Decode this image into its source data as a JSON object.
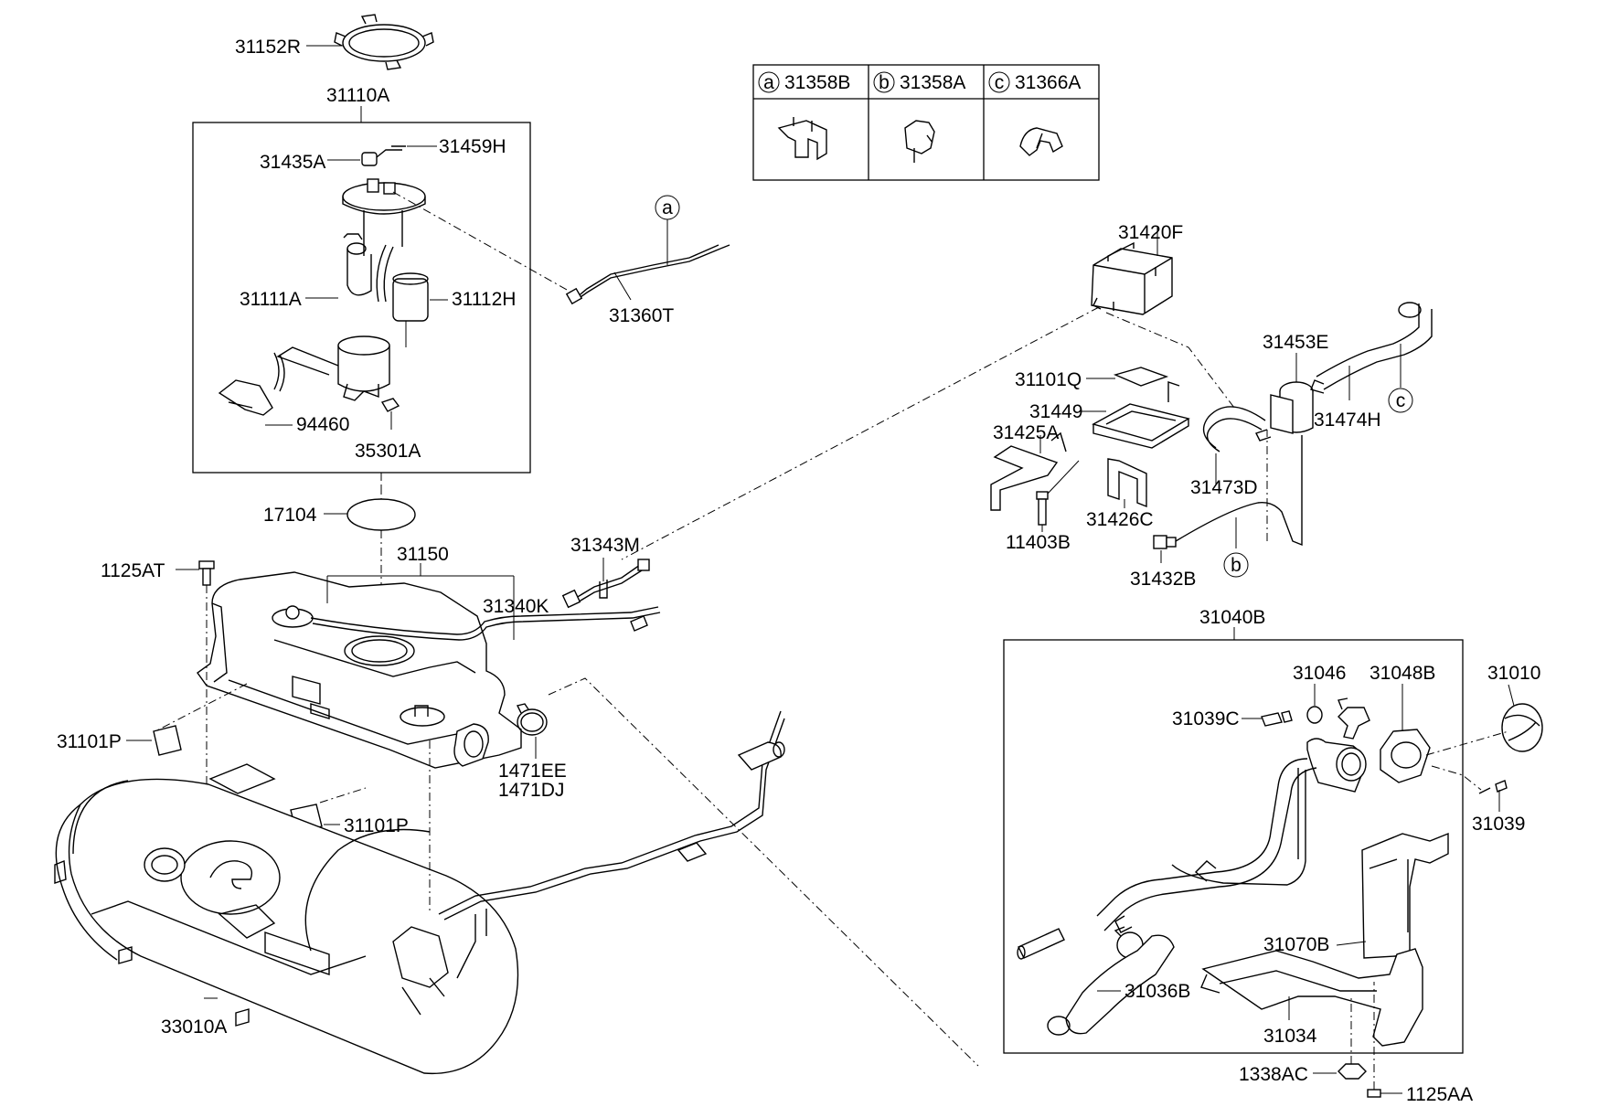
{
  "legend": {
    "items": [
      {
        "letter": "a",
        "code": "31358B"
      },
      {
        "letter": "b",
        "code": "31358A"
      },
      {
        "letter": "c",
        "code": "31366A"
      }
    ]
  },
  "callouts": {
    "a": "a",
    "b": "b",
    "c": "c"
  },
  "labels": {
    "p31152R": "31152R",
    "p31110A": "31110A",
    "p31435A": "31435A",
    "p31459H": "31459H",
    "p31111A": "31111A",
    "p31112H": "31112H",
    "p94460": "94460",
    "p35301A": "35301A",
    "p17104": "17104",
    "p31360T": "31360T",
    "p31420F": "31420F",
    "p31453E": "31453E",
    "p31101Q": "31101Q",
    "p31449": "31449",
    "p31425A": "31425A",
    "p31474H": "31474H",
    "p31473D": "31473D",
    "p31426C": "31426C",
    "p11403B": "11403B",
    "p31432B": "31432B",
    "p31343M": "31343M",
    "p1125AT": "1125AT",
    "p31150": "31150",
    "p31340K": "31340K",
    "p31101P_a": "31101P",
    "p1471EE": "1471EE",
    "p1471DJ": "1471DJ",
    "p31101P_b": "31101P",
    "p33010A": "33010A",
    "p31040B": "31040B",
    "p31046": "31046",
    "p31048B": "31048B",
    "p31010": "31010",
    "p31039C": "31039C",
    "p31039": "31039",
    "p31070B": "31070B",
    "p31036B": "31036B",
    "p31034": "31034",
    "p1338AC": "1338AC",
    "p1125AA": "1125AA"
  }
}
